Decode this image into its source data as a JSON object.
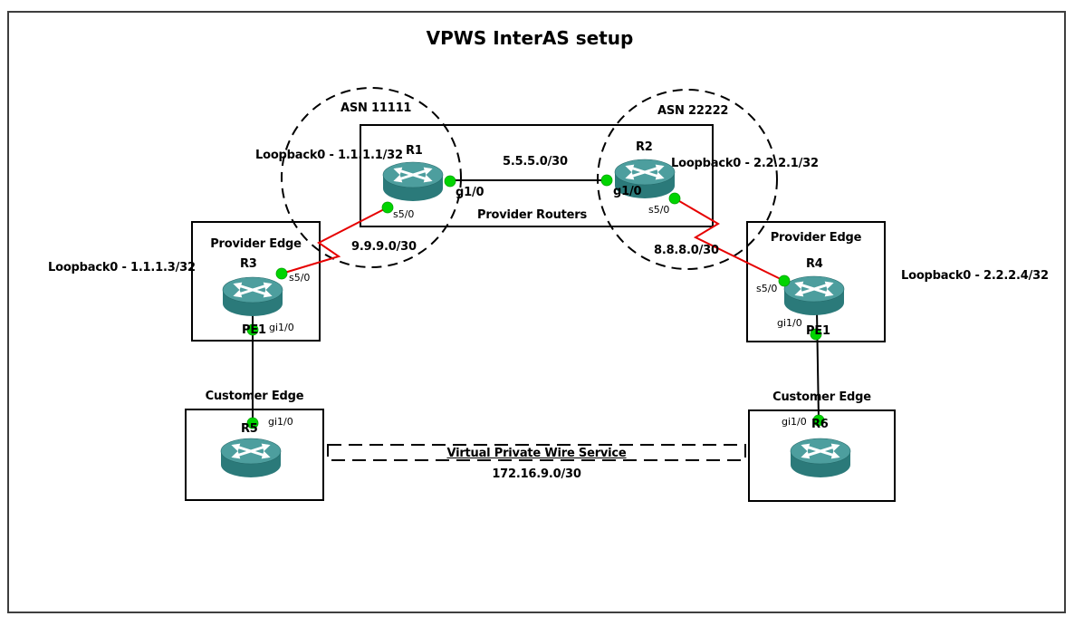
{
  "title": "VPWS InterAS setup",
  "as_domains": {
    "left": {
      "label": "ASN 11111"
    },
    "right": {
      "label": "ASN 22222"
    }
  },
  "boxes": {
    "provider_routers": {
      "label": "Provider Routers"
    },
    "pe_left": {
      "label": "Provider Edge"
    },
    "pe_right": {
      "label": "Provider Edge"
    },
    "ce_left": {
      "label": "Customer Edge"
    },
    "ce_right": {
      "label": "Customer Edge"
    }
  },
  "routers": {
    "r1": {
      "name": "R1",
      "loopback": "Loopback0 - 1.1.1.1/32",
      "serial_if": "s5/0",
      "gig_if": "g1/0"
    },
    "r2": {
      "name": "R2",
      "loopback": "Loopback0 - 2.2.2.1/32",
      "serial_if": "s5/0",
      "gig_if": "g1/0"
    },
    "r3": {
      "name": "R3",
      "loopback": "Loopback0 - 1.1.1.3/32",
      "serial_if": "s5/0",
      "gig_if": "gi1/0",
      "role": "PE1"
    },
    "r4": {
      "name": "R4",
      "loopback": "Loopback0 - 2.2.2.4/32",
      "serial_if": "s5/0",
      "gig_if": "gi1/0",
      "role": "PE1"
    },
    "r5": {
      "name": "R5",
      "gig_if": "gi1/0"
    },
    "r6": {
      "name": "R6",
      "gig_if": "gi1/0"
    }
  },
  "links": {
    "core": {
      "subnet": "5.5.5.0/30"
    },
    "left_serial": {
      "subnet": "9.9.9.0/30"
    },
    "right_serial": {
      "subnet": "8.8.8.0/30"
    },
    "vpws": {
      "name": "Virtual Private Wire Service",
      "subnet": "172.16.9.0/30"
    }
  },
  "icons": {
    "router": "cisco-router-icon",
    "endpoint": "interface-endpoint-dot"
  },
  "colors": {
    "router_top": "#4d9e9e",
    "router_body": "#2b7a7a",
    "serial_link": "#e60000",
    "ethernet_link": "#000000",
    "endpoint_dot": "#00d400",
    "border": "#3e3e3e"
  }
}
